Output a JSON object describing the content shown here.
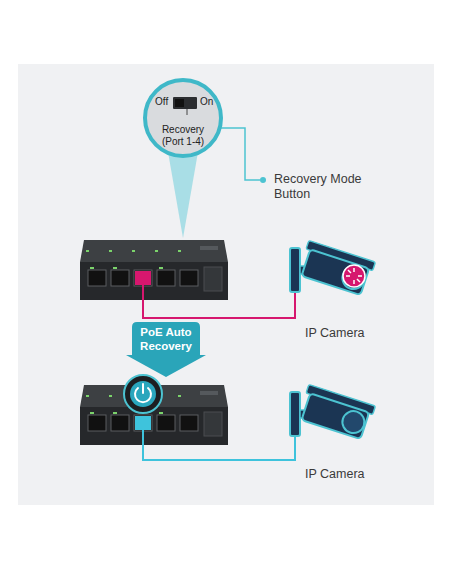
{
  "diagram": {
    "nodes": [
      {
        "text": [
          "Off",
          "On",
          "Recovery (Port 1-4)"
        ]
      },
      {
        "text": [
          "PoE Auto Recovery"
        ]
      }
    ],
    "labels": [
      "Recovery Mode Button",
      "IP Camera",
      "IP Camera"
    ]
  }
}
